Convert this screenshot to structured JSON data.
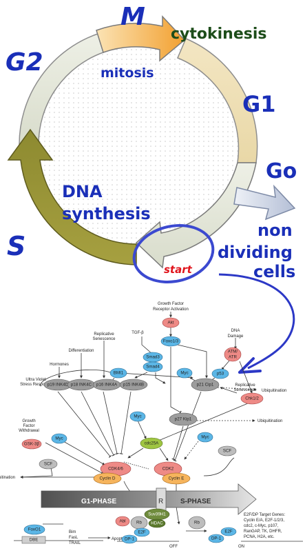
{
  "cycle": {
    "m": "M",
    "cytokinesis": "cytokinesis",
    "mitosis": "mitosis",
    "g2": "G2",
    "g1": "G1",
    "go": "Go",
    "non": "non",
    "dividing": "dividing",
    "cells": "cells",
    "dna": "DNA",
    "synthesis": "synthesis",
    "s": "S",
    "start": "start"
  },
  "pathway": {
    "growth_factor_1": "Growth Factor",
    "growth_factor_2": "Receptor Activation",
    "akt": "Akt",
    "foxo13": "Foxo1/3",
    "dna_damage_1": "DNA",
    "dna_damage_2": "Damage",
    "atm_1": "ATM/",
    "atm_2": "ATR",
    "tgf": "TGF-β",
    "replicative_1": "Replicative",
    "replicative_2": "Senescence",
    "differentiation": "Differentiation",
    "hormones": "Hormones",
    "uv_1": "Ultra Violet",
    "uv_2": "Stress Response",
    "smad3": "Smad3",
    "smad4": "Smad4",
    "bmi1": "BMI1",
    "myc": "Myc",
    "p53": "p53",
    "replicative2_1": "Replicative",
    "replicative2_2": "Senescence",
    "chk12": "Chk1/2",
    "p19": "p19 INK4D",
    "p18": "p18 INK4C",
    "p16": "p16 INK4A",
    "p15": "p15 INK4B",
    "p21": "p21 Cip1",
    "p27": "p27 Kip1",
    "ubiquitination": "Ubiquitination",
    "gf_withdrawal_1": "Growth",
    "gf_withdrawal_2": "Factor",
    "gf_withdrawal_3": "Withdrawal",
    "gsk": "GSK-3β",
    "scf": "SCF",
    "cdc25a": "cdc25A",
    "cdk46": "CDK4/6",
    "cyclin_d": "Cyclin D",
    "cdk2": "CDK2",
    "cyclin_e": "Cyclin E",
    "g1_phase": "G1-PHASE",
    "r": "R",
    "s_phase": "S-PHASE",
    "foxo1": "FoxO1",
    "dbe": "DBE",
    "bim": "Bim",
    "fasl": "FasL",
    "trail": "TRAIL",
    "apoptosis": "Apoptosis",
    "abl": "Abl",
    "rb": "Rb",
    "suv39h1": "Suv39H1",
    "hdac": "HDAC",
    "e2f": "E2F",
    "dp1": "DP-1",
    "off": "OFF",
    "on": "ON",
    "targets_title": "E2F/DP Target Genes:",
    "targets_1": "Cyclin E/A, E2F-1/2/3,",
    "targets_2": "cdc2, c-Myc, p107,",
    "targets_3": "RanGAP, TK, DHFR,",
    "targets_4": "PCNA, H2A, etc."
  },
  "colors": {
    "blue_text": "#1a2fb8",
    "dark_green_text": "#1d4d1a",
    "red_start": "#e0141c",
    "oval_stroke": "#3b49d0",
    "node_blue": "#5bb6e6",
    "node_red": "#ee8a86",
    "node_gray": "#9c9c9c",
    "node_green": "#9fc542",
    "node_orange": "#f6b45c"
  }
}
